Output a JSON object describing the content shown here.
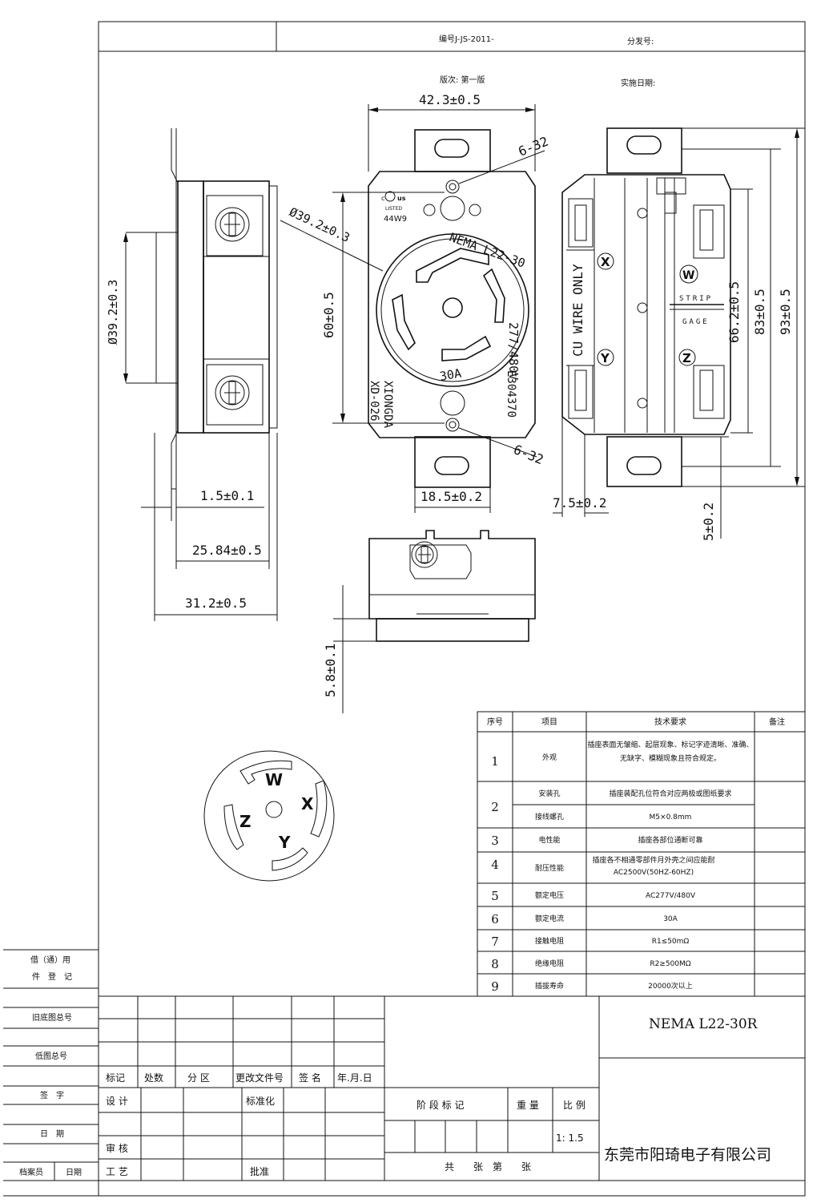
{
  "header": {
    "doc_no": "编号J-JS-2011-",
    "distribution_no": "分发号:",
    "edition": "版次: 第一版",
    "effective_date": "实施日期:"
  },
  "dims": {
    "width_top": "42.3±0.5",
    "hole_top": "6-32",
    "hole_bottom": "6-32",
    "diameter_front": "Ø39.2±0.3",
    "height_mid": "60±0.5",
    "width_bottom": "18.5±0.2",
    "side_diameter": "Ø39.2±0.3",
    "side_plate": "1.5±0.1",
    "side_depth1": "25.84±0.5",
    "side_depth2": "31.2±0.5",
    "back_left": "7.5±0.2",
    "back_bottom": "5±0.2",
    "back_h1": "66.2±0.5",
    "back_h2": "83±0.5",
    "back_h3": "93±0.5",
    "bottom_depth": "5.8±0.1"
  },
  "face_text": {
    "nema": "NEMA L22-30",
    "voltage": "277/480V",
    "current": "30A",
    "maker": "XIONGDA",
    "model": "XD-026",
    "file": "E304370",
    "ul_c": "c",
    "ul_us": "us",
    "ul_listed": "LISTED",
    "ul_code": "44W9"
  },
  "back_text": {
    "cu_wire": "CU WIRE ONLY",
    "strip": "STRIP",
    "gage": "GAGE",
    "x": "X",
    "y": "Y",
    "w": "W",
    "z": "Z"
  },
  "pin_labels": {
    "w": "W",
    "x": "X",
    "y": "Y",
    "z": "Z"
  },
  "spec_table": {
    "headers": [
      "序号",
      "项目",
      "技术要求",
      "备注"
    ],
    "rows": [
      {
        "no": "1",
        "item": "外观",
        "req": [
          "插座表面无皱缩、起层现象、标记字迹清晰、准确、",
          "无缺字、模糊现象且符合规定。"
        ]
      },
      {
        "no": "2",
        "item": "安装孔",
        "req": [
          "插座装配孔位符合对应两极或图纸要求"
        ]
      },
      {
        "no": "",
        "item": "接线螺孔",
        "req": [
          "M5×0.8mm"
        ]
      },
      {
        "no": "3",
        "item": "电性能",
        "req": [
          "插座各部位通断可靠"
        ]
      },
      {
        "no": "4",
        "item": "耐压性能",
        "req": [
          "插座各不相通零部件月外壳之间应能耐",
          "AC2500V(50HZ-60HZ)"
        ]
      },
      {
        "no": "5",
        "item": "额定电压",
        "req": [
          "AC277V/480V"
        ]
      },
      {
        "no": "6",
        "item": "额定电流",
        "req": [
          "30A"
        ]
      },
      {
        "no": "7",
        "item": "接触电阻",
        "req": [
          "R1≤50mΩ"
        ]
      },
      {
        "no": "8",
        "item": "绝缘电阻",
        "req": [
          "R2≥500MΩ"
        ]
      },
      {
        "no": "9",
        "item": "插拔寿命",
        "req": [
          "20000次以上"
        ]
      }
    ]
  },
  "left_margin": {
    "borrow": "借（通）用",
    "register": "件　登　记",
    "old_base": "旧底图总号",
    "base": "低图总号",
    "sign": "签　字",
    "date": "日　期",
    "archivist": "档案员",
    "arch_date": "日期"
  },
  "title_block": {
    "rev_headers": [
      "标记",
      "处数",
      "分 区",
      "更改文件号",
      "签 名",
      "年.月.日"
    ],
    "design": "设 计",
    "standard": "标准化",
    "review": "审 核",
    "process": "工 艺",
    "approve": "批准",
    "stage": "阶 段 标 记",
    "weight": "重 量",
    "scale_label": "比 例",
    "scale": "1: 1.5",
    "sheets": "共　　张　第　　张",
    "part_name": "NEMA L22-30R",
    "company": "东莞市阳琦电子有限公司"
  }
}
